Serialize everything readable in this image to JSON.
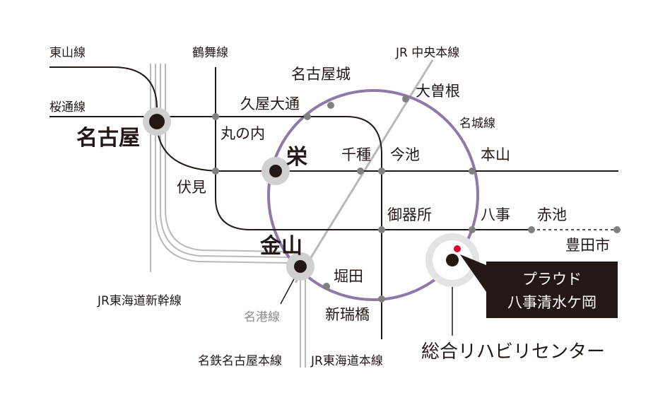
{
  "line_labels": {
    "higashiyama": "東山線",
    "sakuradori": "桜通線",
    "tsurumai": "鶴舞線",
    "jr_chuo": "JR 中央本線",
    "meijo": "名城線",
    "tokaido_shinkansen": "JR東海道新幹線",
    "meiko": "名港線",
    "meitetsu_nagoya": "名鉄名古屋本線",
    "jr_tokaido": "JR東海道本線"
  },
  "stations": {
    "nagoya": "名古屋",
    "sakae": "栄",
    "kanayama": "金山",
    "marunouchi": "丸の内",
    "fushimi": "伏見",
    "hisaya_odori": "久屋大通",
    "nagoyajo": "名古屋城",
    "ozone": "大曽根",
    "chikusa": "千種",
    "imaike": "今池",
    "motoyama": "本山",
    "gokiso": "御器所",
    "yagoto": "八事",
    "akaike": "赤池",
    "toyota_shi": "豊田市",
    "horita": "堀田",
    "shin_mizuho_bashi": "新瑞橋"
  },
  "property": {
    "line1": "プラウド",
    "line2": "八事清水ケ岡"
  },
  "landmark": "総合リハビリセンター",
  "colors": {
    "meijo_ring": "#8e7aa8",
    "line": "#231815",
    "jr_double": "#b5b5b5",
    "station_dot": "#808080",
    "hub_dot": "#231815",
    "hub_halo": "#d0d0d0",
    "property_marker": "#e4002b",
    "property_box": "#231815"
  }
}
